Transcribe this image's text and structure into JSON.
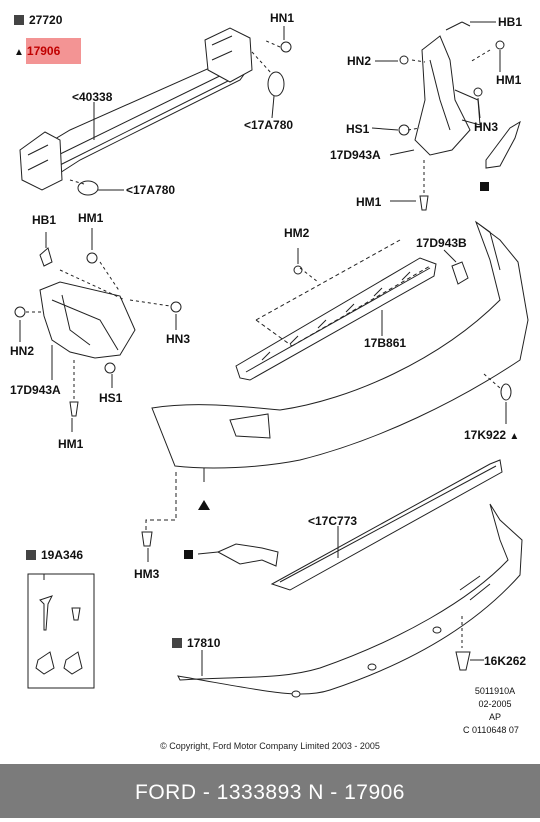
{
  "header": {
    "part_27720": "27720",
    "part_17906": "17906"
  },
  "labels": {
    "hn1_top": "HN1",
    "r40338": "<40338",
    "r17a780_a": "<17A780",
    "r17a780_b": "<17A780",
    "hb1_right": "HB1",
    "hn2_right": "HN2",
    "hm1_right": "HM1",
    "hs1_right": "HS1",
    "hn3_right": "HN3",
    "r17d943a_right": "17D943A",
    "hm1_right2": "HM1",
    "hb1_left": "HB1",
    "hm1_left": "HM1",
    "hn2_left": "HN2",
    "hn3_left": "HN3",
    "r17d943a_left": "17D943A",
    "hs1_left": "HS1",
    "hm1_left2": "HM1",
    "hm2": "HM2",
    "r17d943b": "17D943B",
    "r17b861": "17B861",
    "r17k922": "17K922",
    "r17c773": "<17C773",
    "hm3": "HM3",
    "r19a346": "19A346",
    "r17810": "17810",
    "r16k262": "16K262"
  },
  "ref_block": {
    "line1": "5011910A",
    "line2": "02-2005",
    "line3": "AP",
    "line4": "C 0110648 07"
  },
  "copyright": "© Copyright, Ford Motor Company Limited 2003 - 2005",
  "footer": {
    "text": "FORD - 1333893     N - 17906"
  },
  "colors": {
    "highlight": "#f39494",
    "footer_bg": "#7b7b7b",
    "marker": "#444444"
  }
}
